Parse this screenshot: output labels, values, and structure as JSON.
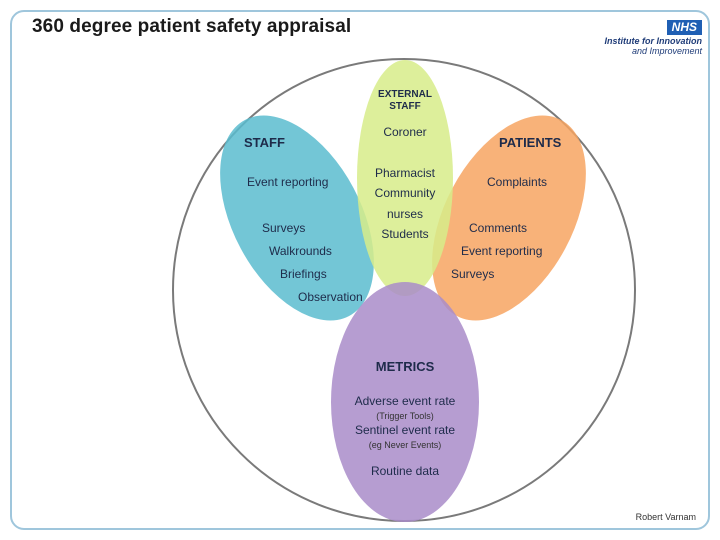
{
  "title": "360 degree patient safety appraisal",
  "logo": {
    "badge": "NHS",
    "line1": "Institute for Innovation",
    "line2": "and Improvement"
  },
  "author": "Robert Varnam",
  "colors": {
    "staff": "#5bbccf",
    "external": "#d7ec8a",
    "patients": "#f7a561",
    "metrics": "#a98cc9",
    "circle": "#7a7a7a",
    "border": "#9fc6dc"
  },
  "staff": {
    "heading": "STAFF",
    "items": [
      "Event reporting",
      "Surveys",
      "Walkrounds",
      "Briefings",
      "Observation"
    ]
  },
  "external": {
    "heading_line1": "EXTERNAL",
    "heading_line2": "STAFF",
    "items": [
      "Coroner",
      "Pharmacist",
      "Community",
      "nurses",
      "Students"
    ]
  },
  "patients": {
    "heading": "PATIENTS",
    "items": [
      "Complaints",
      "Comments",
      "Event reporting",
      "Surveys"
    ]
  },
  "metrics": {
    "heading": "METRICS",
    "adverse": "Adverse event rate",
    "adverse_note": "(Trigger Tools)",
    "sentinel": "Sentinel event rate",
    "sentinel_note": "(eg Never Events)",
    "routine": "Routine data"
  }
}
